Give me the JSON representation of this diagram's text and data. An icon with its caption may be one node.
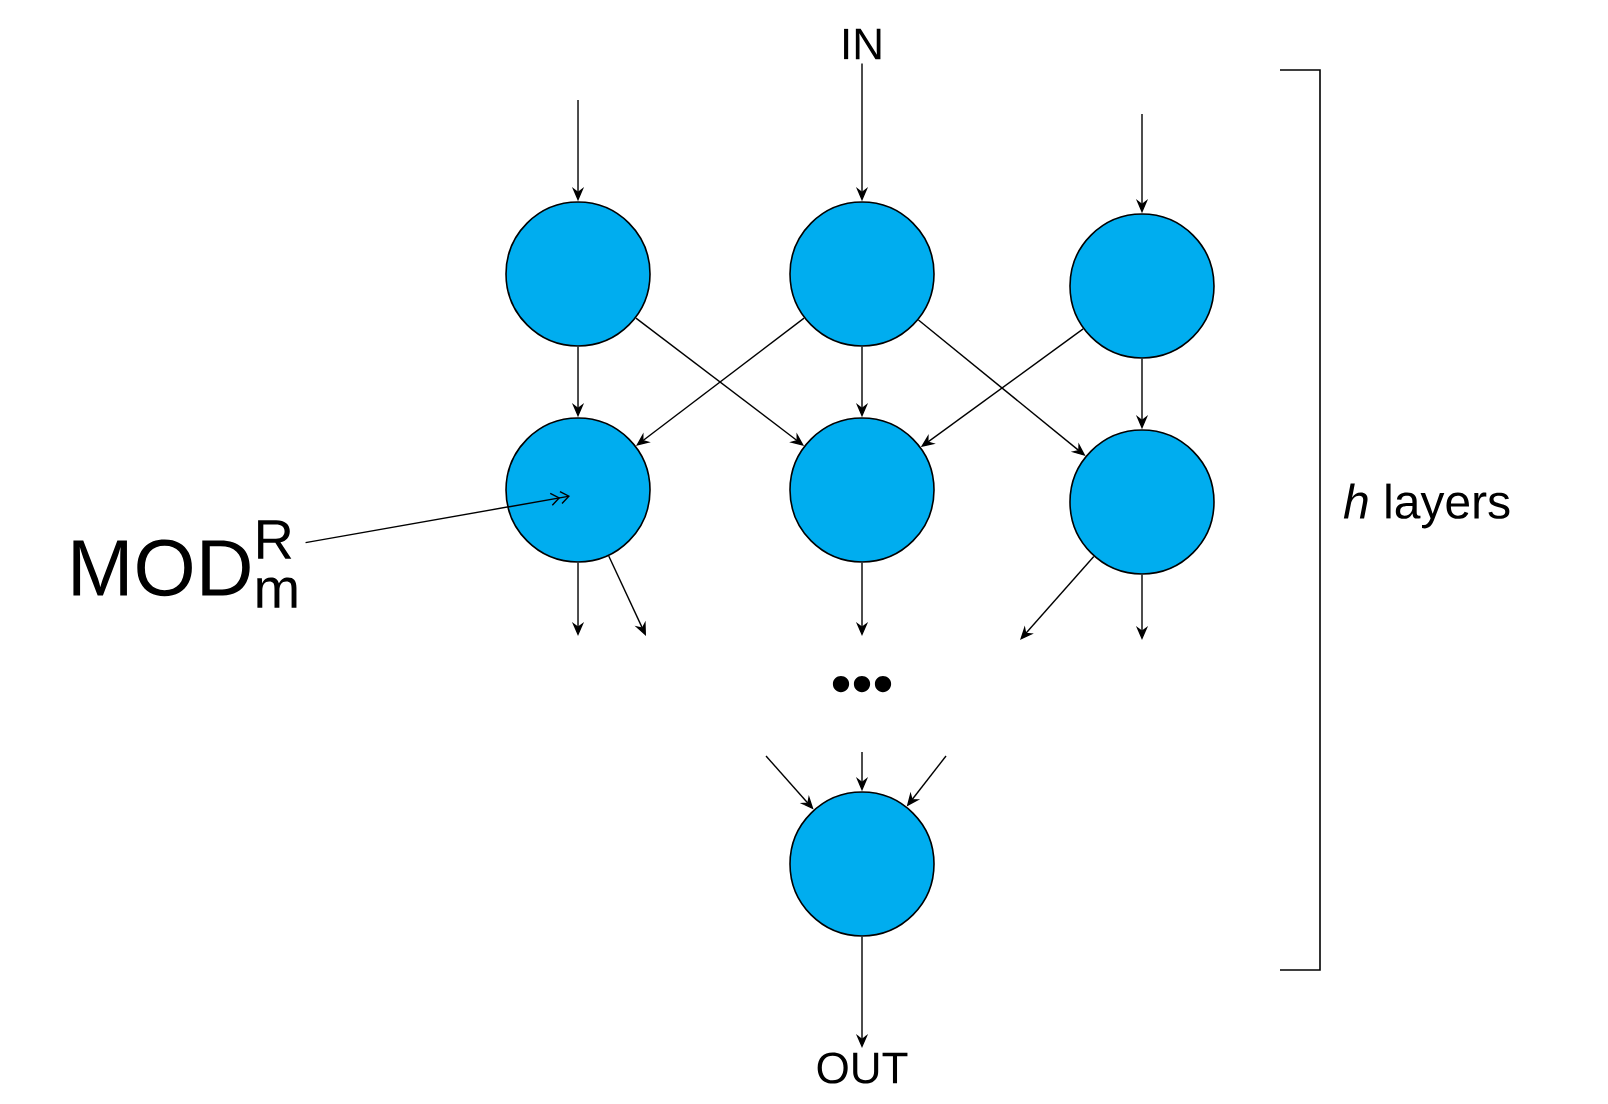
{
  "diagram": {
    "nodes": [
      {
        "text": [
          "IN"
        ]
      },
      {
        "text": [],
        "shape": "circle"
      },
      {
        "text": [],
        "shape": "circle"
      },
      {
        "text": [],
        "shape": "circle"
      },
      {
        "text": [],
        "shape": "circle"
      },
      {
        "text": [],
        "shape": "circle"
      },
      {
        "text": [],
        "shape": "circle"
      },
      {
        "text": [],
        "shape": "circle"
      },
      {
        "text": [
          "OUT"
        ]
      },
      {
        "text": [
          "\\mathrm{MOD}_{\\mathrm{m}}^{\\mathrm{R}}"
        ]
      }
    ],
    "edges": [
      {
        "from": 0,
        "to": 2,
        "arrow": "to"
      },
      {
        "from": null,
        "to": 1,
        "arrow": "to"
      },
      {
        "from": null,
        "to": 3,
        "arrow": "to"
      },
      {
        "from": 1,
        "to": 4,
        "arrow": "to"
      },
      {
        "from": 1,
        "to": 5,
        "arrow": "to"
      },
      {
        "from": 2,
        "to": 4,
        "arrow": "to"
      },
      {
        "from": 2,
        "to": 5,
        "arrow": "to"
      },
      {
        "from": 2,
        "to": 6,
        "arrow": "to"
      },
      {
        "from": 3,
        "to": 5,
        "arrow": "to"
      },
      {
        "from": 3,
        "to": 6,
        "arrow": "to"
      },
      {
        "from": 4,
        "to": null,
        "arrow": "to"
      },
      {
        "from": 4,
        "to": null,
        "arrow": "to"
      },
      {
        "from": 5,
        "to": null,
        "arrow": "to"
      },
      {
        "from": 6,
        "to": null,
        "arrow": "to"
      },
      {
        "from": 6,
        "to": null,
        "arrow": "to"
      },
      {
        "from": null,
        "to": 7,
        "arrow": "to"
      },
      {
        "from": null,
        "to": 7,
        "arrow": "to"
      },
      {
        "from": null,
        "to": 7,
        "arrow": "to"
      },
      {
        "from": 7,
        "to": 8,
        "arrow": "to"
      },
      {
        "from": 9,
        "to": 4,
        "arrow": "to"
      }
    ],
    "labels": [
      "•••",
      "*h* layers"
    ]
  }
}
